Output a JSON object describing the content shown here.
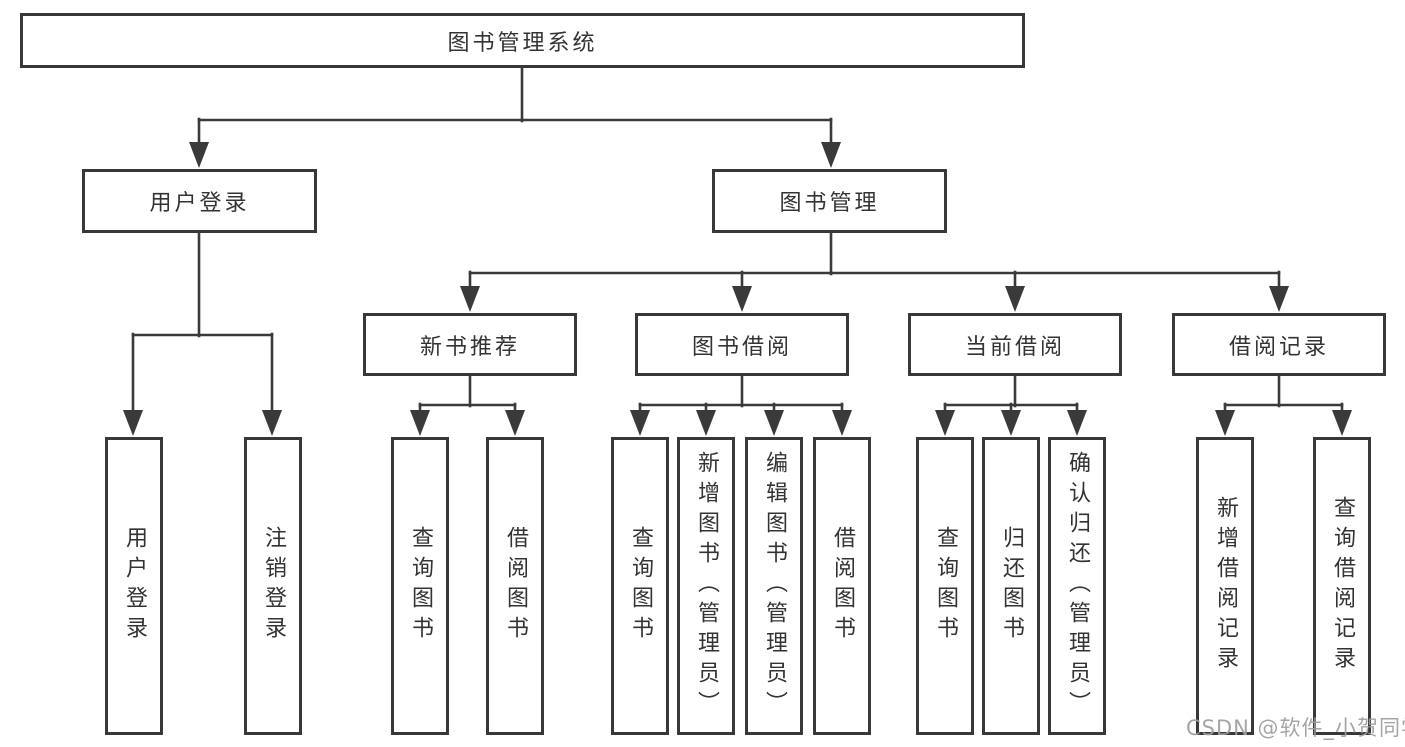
{
  "diagram_type": "hierarchy-tree",
  "watermark": "CSDN @软件_小贺同学",
  "colors": {
    "line": "#3a3a3a",
    "box_border": "#383838",
    "box_fill": "#ffffff",
    "text": "#333333",
    "watermark": "#9e9e9e",
    "background": "#ffffff"
  },
  "hierarchy": {
    "label": "图书管理系统",
    "children": [
      {
        "label": "用户登录",
        "children": [
          {
            "label": "用户登录"
          },
          {
            "label": "注销登录"
          }
        ]
      },
      {
        "label": "图书管理",
        "children": [
          {
            "label": "新书推荐",
            "children": [
              {
                "label": "查询图书"
              },
              {
                "label": "借阅图书"
              }
            ]
          },
          {
            "label": "图书借阅",
            "children": [
              {
                "label": "查询图书"
              },
              {
                "label": "新增图书（管理员）"
              },
              {
                "label": "编辑图书（管理员）"
              },
              {
                "label": "借阅图书"
              }
            ]
          },
          {
            "label": "当前借阅",
            "children": [
              {
                "label": "查询图书"
              },
              {
                "label": "归还图书"
              },
              {
                "label": "确认归还（管理员）"
              }
            ]
          },
          {
            "label": "借阅记录",
            "children": [
              {
                "label": "新增借阅记录"
              },
              {
                "label": "查询借阅记录"
              }
            ]
          }
        ]
      }
    ]
  }
}
